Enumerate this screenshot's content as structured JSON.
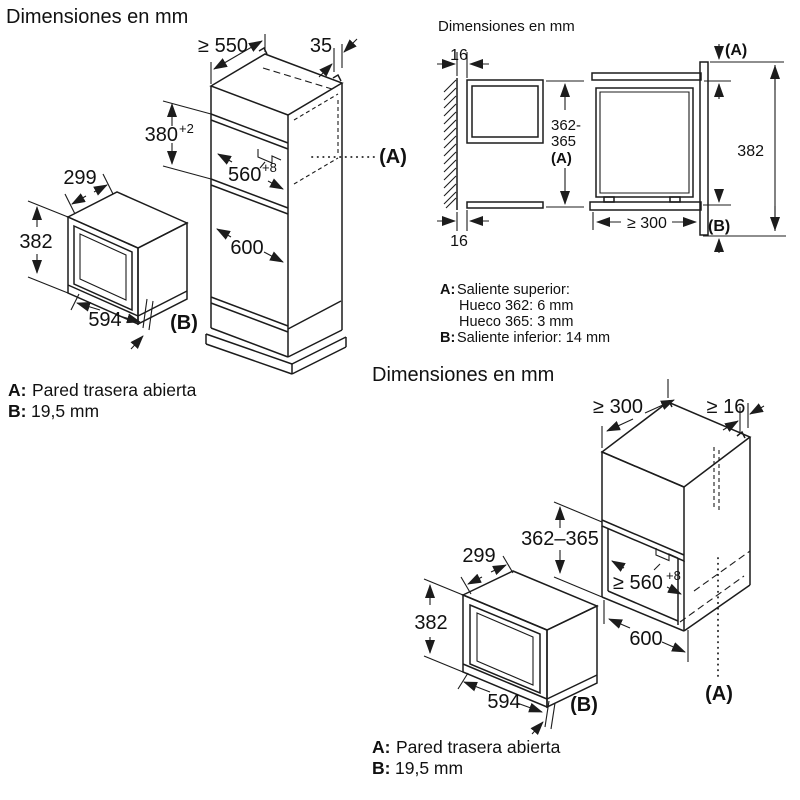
{
  "page": {
    "background": "#ffffff",
    "line_color": "#1c1c1c"
  },
  "diagram_top_left": {
    "title": "Dimensiones en mm",
    "dims": {
      "depth_min": "≥ 550",
      "front_overhang": "35",
      "niche_height": {
        "v": "380",
        "sup": "+2"
      },
      "niche_width": {
        "v": "560",
        "sup": "+8"
      },
      "lower_space": "600",
      "appliance_depth": "299",
      "appliance_height": "382",
      "appliance_width": "594",
      "label_a": "(A)",
      "label_b": "(B)"
    },
    "notes": [
      {
        "prefix": "A:",
        "text": "Pared trasera abierta"
      },
      {
        "prefix": "B:",
        "text": "19,5 mm"
      }
    ]
  },
  "diagram_top_right": {
    "title": "Dimensiones en mm",
    "dims": {
      "gap_top": "16",
      "gap_bottom": "16",
      "niche_height_line1": "362-",
      "niche_height_line2": "365",
      "niche_height_label": "(A)",
      "front_height": "382",
      "depth_min": "≥ 300",
      "label_a": "(A)",
      "label_b": "(B)"
    },
    "notes": {
      "a_prefix": "A:",
      "a_text": "Saliente superior:",
      "hueco_1": "Hueco 362: 6 mm",
      "hueco_2": "Hueco 365: 3 mm",
      "b_prefix": "B:",
      "b_text": "Saliente inferior: 14 mm"
    }
  },
  "diagram_bottom_right": {
    "title": "Dimensiones en mm",
    "dims": {
      "top_depth_min": "≥ 300",
      "side_gap_min": "≥ 16",
      "niche_height": "362–365",
      "appliance_depth": "299",
      "appliance_height": "382",
      "niche_width": {
        "v": "≥ 560",
        "sup": "+8"
      },
      "cabinet_width": "600",
      "appliance_width": "594",
      "label_a": "(A)",
      "label_b": "(B)"
    },
    "notes": [
      {
        "prefix": "A:",
        "text": "Pared trasera abierta"
      },
      {
        "prefix": "B:",
        "text": "19,5 mm"
      }
    ]
  }
}
